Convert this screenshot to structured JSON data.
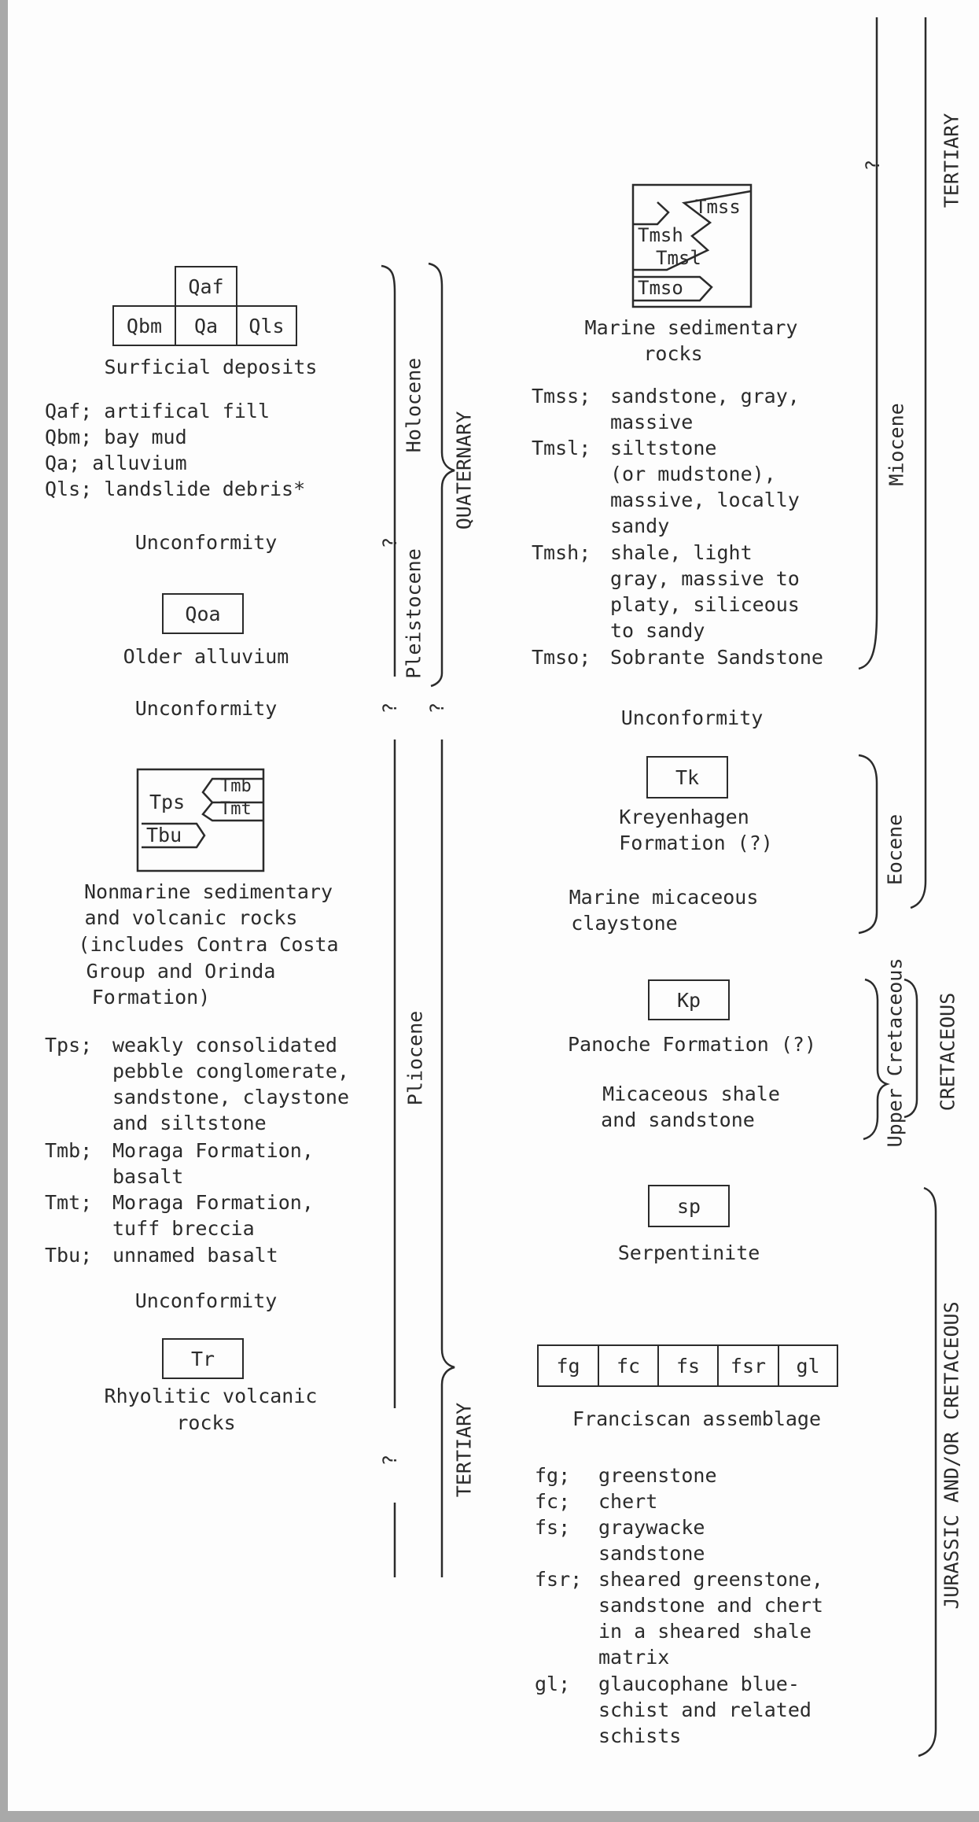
{
  "surficial": {
    "boxes": {
      "qaf": "Qaf",
      "qbm": "Qbm",
      "qa": "Qa",
      "qls": "Qls"
    },
    "title": "Surficial deposits",
    "items": [
      {
        "code": "Qaf;",
        "desc": "artifical fill"
      },
      {
        "code": "Qbm;",
        "desc": "bay mud"
      },
      {
        "code": "Qa;",
        "desc": "alluvium"
      },
      {
        "code": "Qls;",
        "desc": "landslide debris*"
      }
    ]
  },
  "unconformity": "Unconformity",
  "older_alluvium": {
    "box": "Qoa",
    "title": "Older alluvium"
  },
  "nonmarine": {
    "boxes": {
      "tps": "Tps",
      "tmb": "Tmb",
      "tmt": "Tmt",
      "tbu": "Tbu"
    },
    "title_lines": [
      "Nonmarine sedimentary",
      "and volcanic rocks",
      "(includes Contra Costa",
      "Group and Orinda",
      "Formation)"
    ],
    "items": [
      {
        "code": "Tps;",
        "lines": [
          "weakly consolidated",
          "pebble conglomerate,",
          "sandstone, claystone",
          "and siltstone"
        ]
      },
      {
        "code": "Tmb;",
        "lines": [
          "Moraga Formation,",
          "basalt"
        ]
      },
      {
        "code": "Tmt;",
        "lines": [
          "Moraga Formation,",
          "tuff breccia"
        ]
      },
      {
        "code": "Tbu;",
        "lines": [
          "unnamed basalt"
        ]
      }
    ]
  },
  "rhyolitic": {
    "box": "Tr",
    "title_lines": [
      "Rhyolitic volcanic",
      "rocks"
    ]
  },
  "marine": {
    "boxes": {
      "tmss": "Tmss",
      "tmsh": "Tmsh",
      "tmsl": "Tmsl",
      "tmso": "Tmso"
    },
    "title_lines": [
      "Marine sedimentary",
      "rocks"
    ],
    "items": [
      {
        "code": "Tmss;",
        "lines": [
          "sandstone, gray,",
          "massive"
        ]
      },
      {
        "code": "Tmsl;",
        "lines": [
          "siltstone",
          "(or mudstone),",
          "massive, locally",
          "sandy"
        ]
      },
      {
        "code": "Tmsh;",
        "lines": [
          "shale, light",
          "gray, massive to",
          "platy, siliceous",
          "to sandy"
        ]
      },
      {
        "code": "Tmso;",
        "lines": [
          "Sobrante Sandstone"
        ]
      }
    ]
  },
  "kreyenhagen": {
    "box": "Tk",
    "title_lines": [
      "Kreyenhagen",
      "Formation (?)"
    ],
    "desc_lines": [
      "Marine micaceous",
      "claystone"
    ]
  },
  "panoche": {
    "box": "Kp",
    "title": "Panoche Formation (?)",
    "desc_lines": [
      "Micaceous shale",
      "and sandstone"
    ]
  },
  "serpentinite": {
    "box": "sp",
    "title": "Serpentinite"
  },
  "franciscan": {
    "boxes": [
      "fg",
      "fc",
      "fs",
      "fsr",
      "gl"
    ],
    "title": "Franciscan assemblage",
    "items": [
      {
        "code": "fg;",
        "lines": [
          "greenstone"
        ]
      },
      {
        "code": "fc;",
        "lines": [
          "chert"
        ]
      },
      {
        "code": "fs;",
        "lines": [
          "graywacke",
          "sandstone"
        ]
      },
      {
        "code": "fsr;",
        "lines": [
          "sheared greenstone,",
          "sandstone and chert",
          "in a sheared shale",
          "matrix"
        ]
      },
      {
        "code": "gl;",
        "lines": [
          "glaucophane blue-",
          "schist and related",
          "schists"
        ]
      }
    ]
  },
  "labels": {
    "holocene": "Holocene",
    "pleistocene": "Pleistocene",
    "quaternary": "QUATERNARY",
    "pliocene": "Pliocene",
    "tertiary_left": "TERTIARY",
    "tertiary_right": "TERTIARY",
    "miocene": "Miocene",
    "eocene": "Eocene",
    "upper_cretaceous": "Upper Cretaceous",
    "cretaceous": "CRETACEOUS",
    "jurassic": "JURASSIC AND/OR CRETACEOUS",
    "q": "?"
  }
}
